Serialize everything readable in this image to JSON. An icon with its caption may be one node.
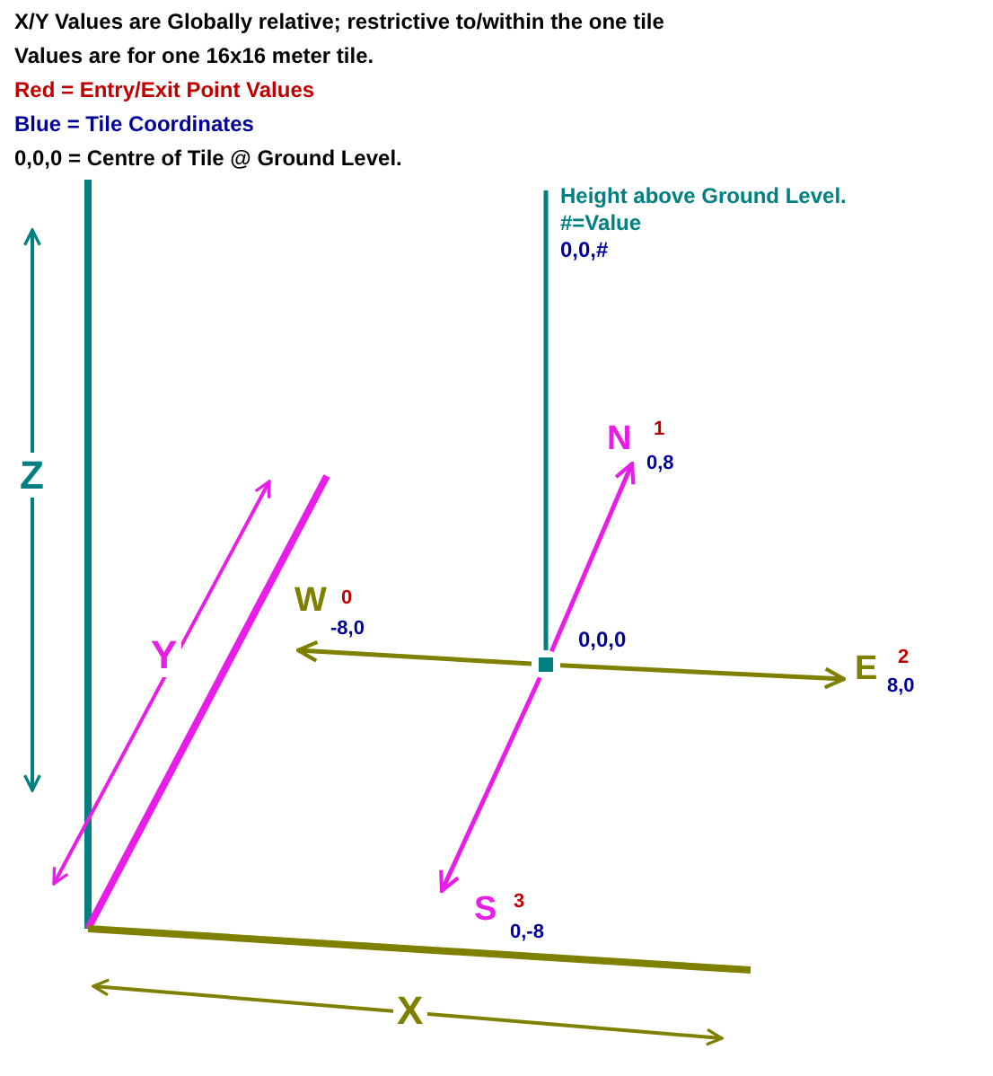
{
  "diagram": {
    "nodes": [
      {
        "text": [],
        "shape": "box",
        "beside": [
          "0,0,0"
        ]
      },
      {
        "text": [
          "N"
        ],
        "beside": [
          "1",
          "0,8"
        ]
      },
      {
        "text": [
          "E"
        ],
        "beside": [
          "2",
          "8,0"
        ]
      },
      {
        "text": [
          "S"
        ],
        "beside": [
          "3",
          "0,-8"
        ]
      },
      {
        "text": [
          "W"
        ],
        "beside": [
          "0",
          "-8,0"
        ]
      },
      {
        "text": [
          "Height above Ground Level.",
          "#=Value",
          "0,0,#"
        ]
      }
    ],
    "edges": [
      {
        "from": 0,
        "to": 1,
        "arrow": "to",
        "color": "#e81ee8"
      },
      {
        "from": 0,
        "to": 2,
        "arrow": "to",
        "color": "#808000"
      },
      {
        "from": 0,
        "to": 3,
        "arrow": "to",
        "color": "#e81ee8"
      },
      {
        "from": 0,
        "to": 4,
        "arrow": "to",
        "color": "#808000"
      },
      {
        "from": 0,
        "to": 5,
        "arrow": "none",
        "color": "#008080"
      }
    ],
    "labels": [
      "X/Y Values are Globally relative; restrictive to/within the one tile",
      "Values are for one 16x16 meter tile.",
      "Red = Entry/Exit Point Values",
      "Blue = Tile Coordinates",
      "0,0,0 = Centre of Tile @ Ground Level.",
      "Z",
      "Y",
      "X"
    ]
  }
}
